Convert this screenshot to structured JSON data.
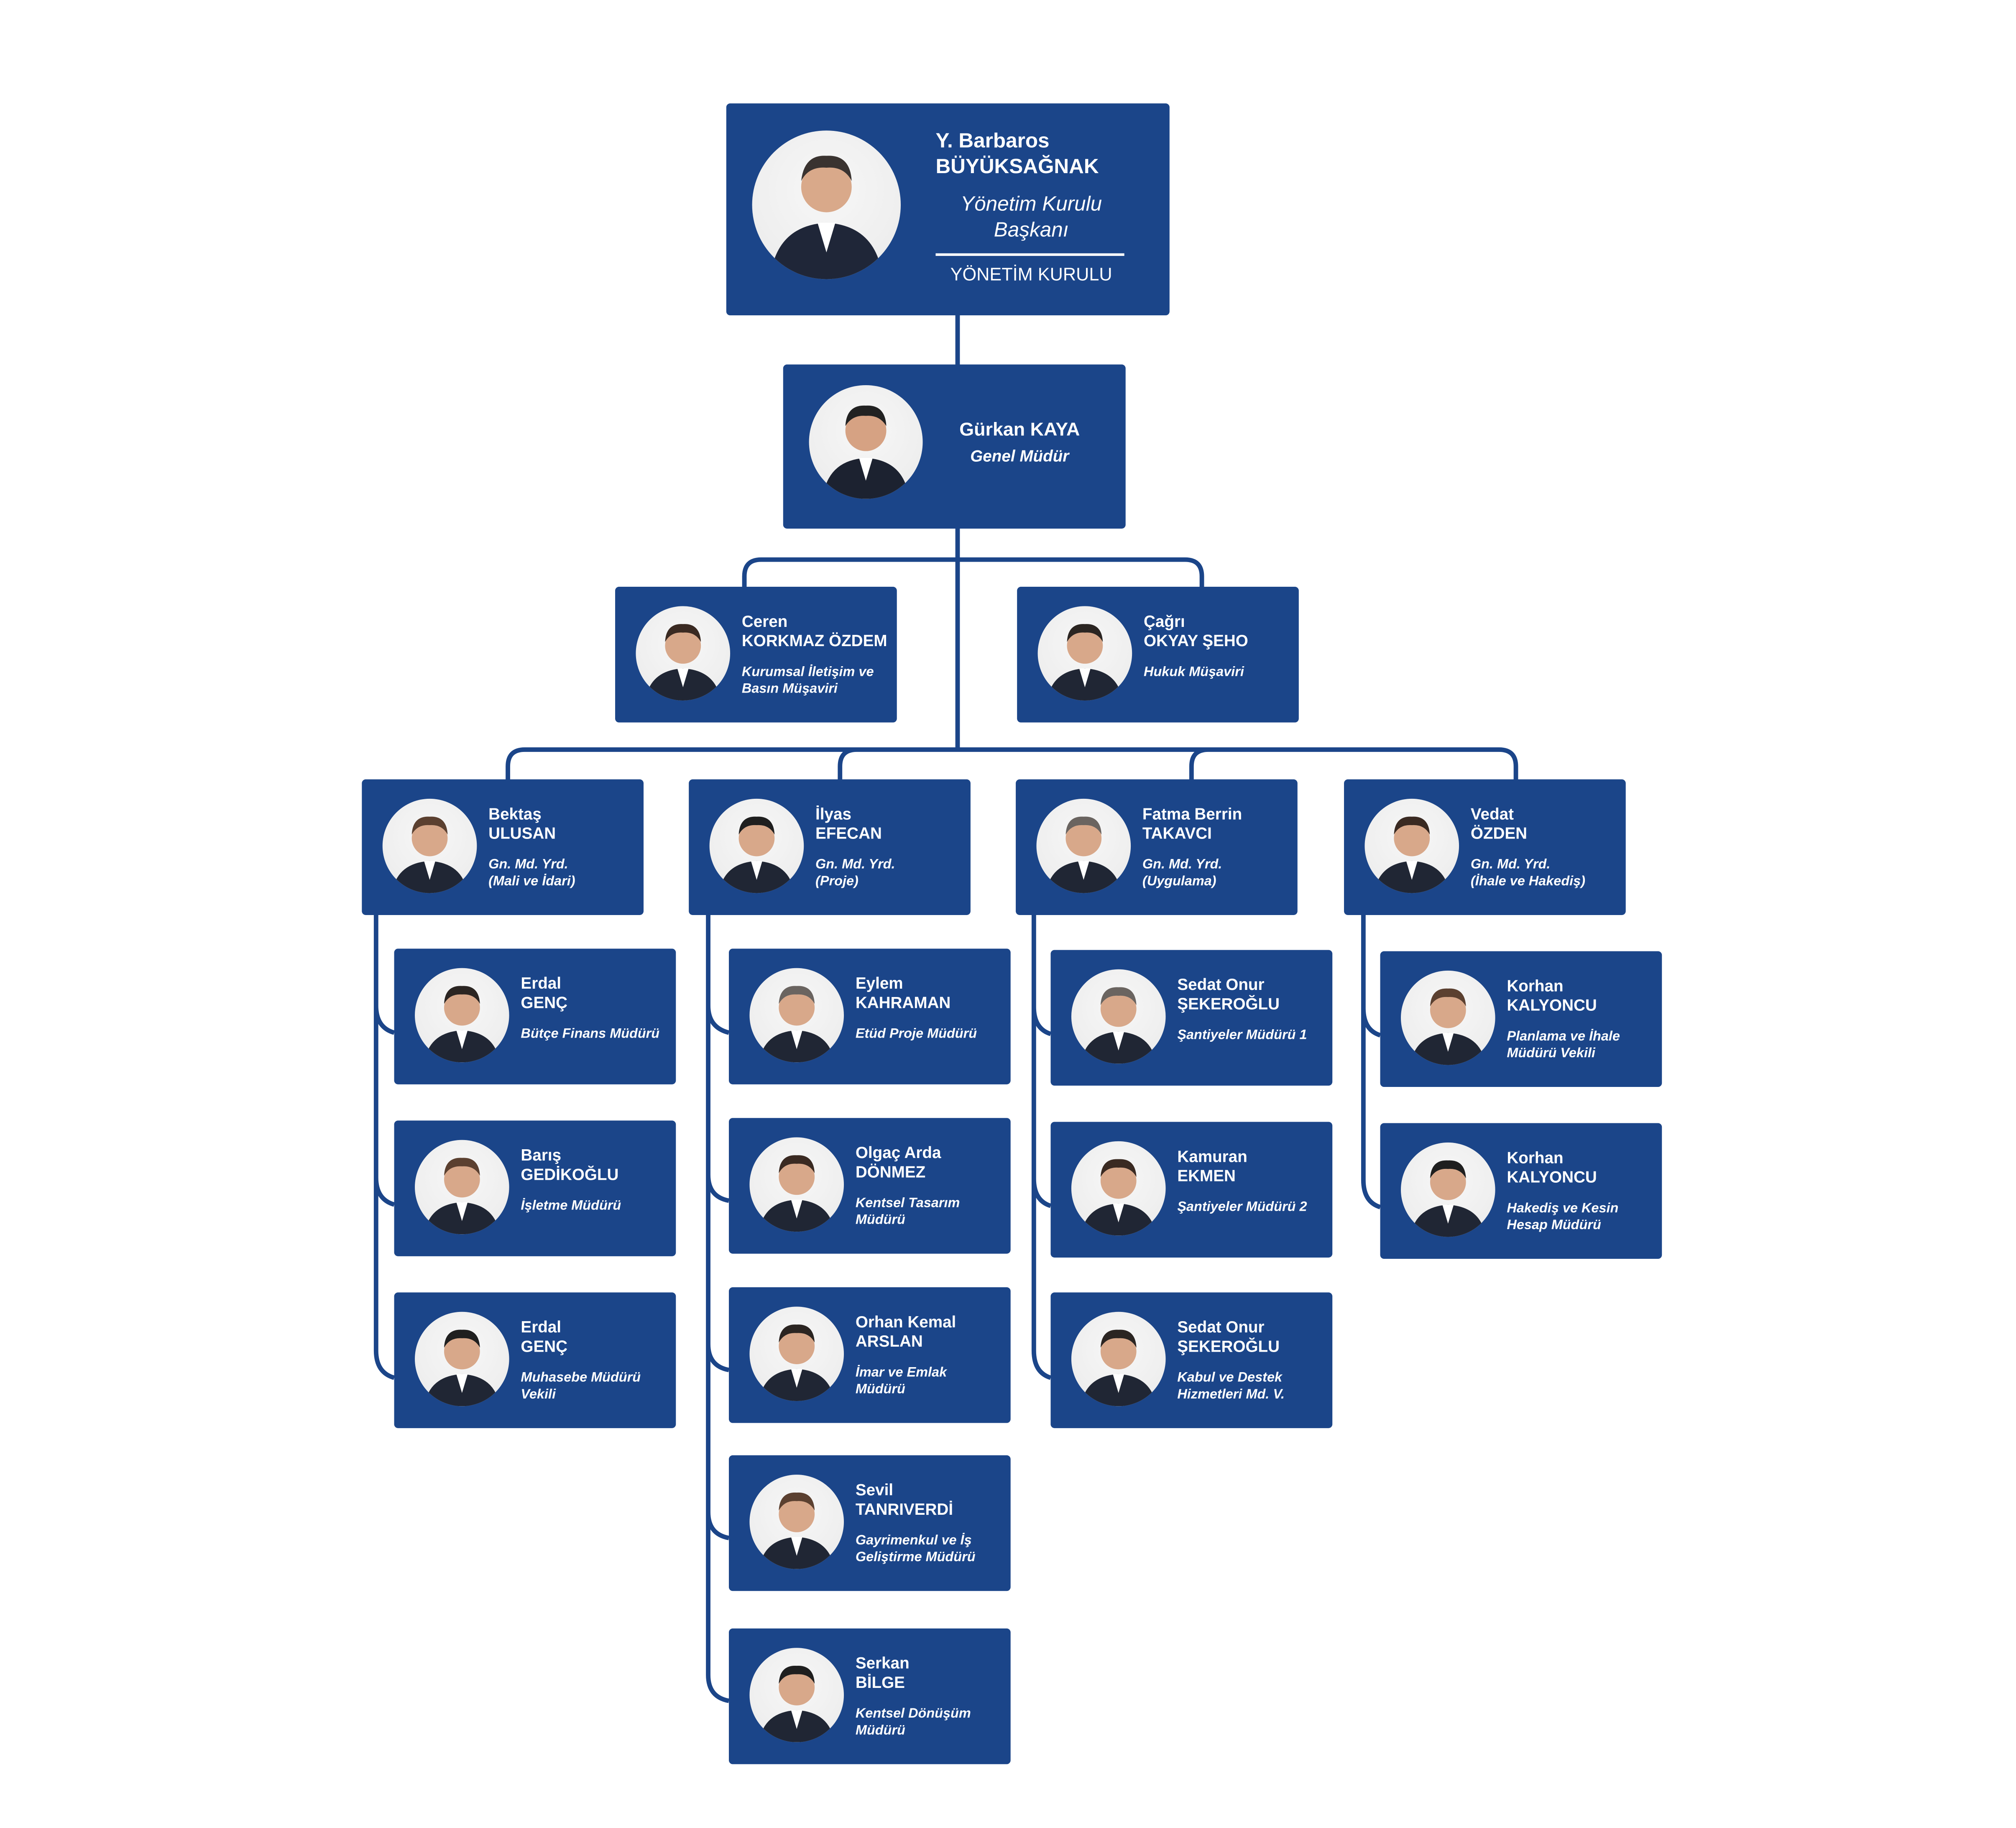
{
  "colors": {
    "box": "#1b4589",
    "line": "#1b4589",
    "text": "#ffffff"
  },
  "chairman": {
    "name_first": "Y. Barbaros",
    "name_last": "BÜYÜKSAĞNAK",
    "title": "Yönetim Kurulu\nBaşkanı",
    "unit": "YÖNETİM KURULU"
  },
  "general_manager": {
    "name": "Gürkan KAYA",
    "title": "Genel Müdür"
  },
  "cards": [
    {
      "id": "adv1",
      "name_first": "Ceren",
      "name_last": "KORKMAZ ÖZDEM",
      "title": "Kurumsal İletişim ve\nBasın Müşaviri"
    },
    {
      "id": "adv2",
      "name_first": "Çağrı",
      "name_last": "OKYAY ŞEHO",
      "title": "Hukuk Müşaviri"
    },
    {
      "id": "dep1",
      "name_first": "Bektaş",
      "name_last": "ULUSAN",
      "title": "Gn. Md. Yrd.\n(Mali ve İdari)"
    },
    {
      "id": "dep2",
      "name_first": "İlyas",
      "name_last": "EFECAN",
      "title": "Gn. Md. Yrd.\n(Proje)"
    },
    {
      "id": "dep3",
      "name_first": "Fatma Berrin",
      "name_last": "TAKAVCI",
      "title": "Gn. Md. Yrd.\n(Uygulama)"
    },
    {
      "id": "dep4",
      "name_first": "Vedat",
      "name_last": "ÖZDEN",
      "title": "Gn. Md. Yrd.\n(İhale ve Hakediş)"
    },
    {
      "id": "c1a",
      "name_first": "Erdal",
      "name_last": "GENÇ",
      "title": "Bütçe Finans Müdürü"
    },
    {
      "id": "c1b",
      "name_first": "Barış",
      "name_last": "GEDİKOĞLU",
      "title": "İşletme Müdürü"
    },
    {
      "id": "c1c",
      "name_first": "Erdal",
      "name_last": "GENÇ",
      "title": "Muhasebe Müdürü\nVekili"
    },
    {
      "id": "c2a",
      "name_first": "Eylem",
      "name_last": "KAHRAMAN",
      "title": "Etüd Proje Müdürü"
    },
    {
      "id": "c2b",
      "name_first": "Olgaç Arda",
      "name_last": "DÖNMEZ",
      "title": "Kentsel Tasarım\nMüdürü"
    },
    {
      "id": "c2c",
      "name_first": "Orhan Kemal",
      "name_last": "ARSLAN",
      "title": "İmar ve Emlak\nMüdürü"
    },
    {
      "id": "c2d",
      "name_first": "Sevil",
      "name_last": "TANRIVERDİ",
      "title": "Gayrimenkul ve İş\nGeliştirme Müdürü"
    },
    {
      "id": "c2e",
      "name_first": "Serkan",
      "name_last": "BİLGE",
      "title": "Kentsel Dönüşüm\nMüdürü"
    },
    {
      "id": "c3a",
      "name_first": "Sedat Onur",
      "name_last": "ŞEKEROĞLU",
      "title": "Şantiyeler Müdürü 1"
    },
    {
      "id": "c3b",
      "name_first": "Kamuran",
      "name_last": "EKMEN",
      "title": "Şantiyeler Müdürü 2"
    },
    {
      "id": "c3c",
      "name_first": "Sedat Onur",
      "name_last": "ŞEKEROĞLU",
      "title": "Kabul ve Destek\nHizmetleri Md. V."
    },
    {
      "id": "c4a",
      "name_first": "Korhan",
      "name_last": "KALYONCU",
      "title": "Planlama ve İhale\nMüdürü Vekili"
    },
    {
      "id": "c4b",
      "name_first": "Korhan",
      "name_last": "KALYONCU",
      "title": "Hakediş ve Kesin\nHesap Müdürü"
    }
  ]
}
